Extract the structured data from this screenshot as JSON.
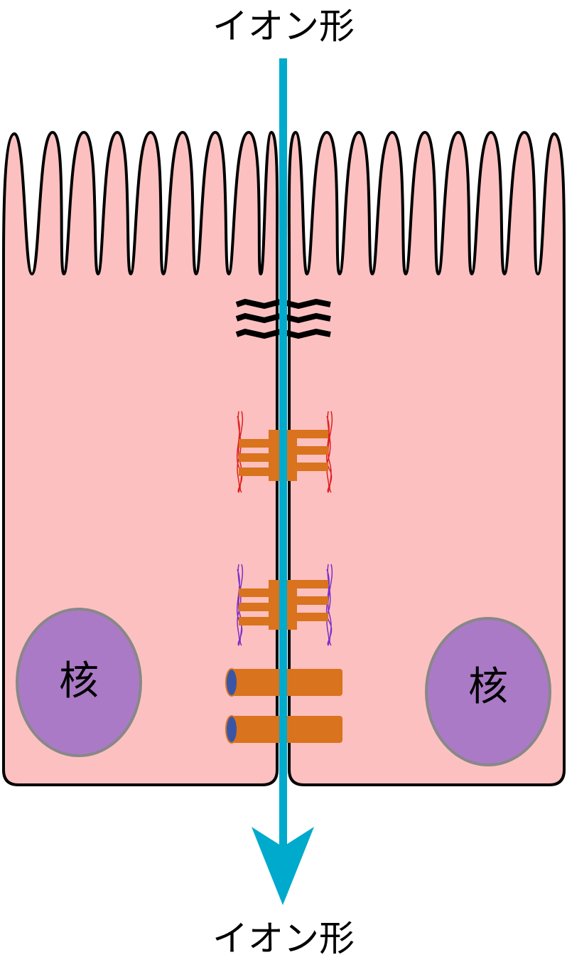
{
  "labels": {
    "top": "イオン形",
    "bottom": "イオン形",
    "nucleus_left": "核",
    "nucleus_right": "核"
  },
  "colors": {
    "cell_fill": "#fdc0c0",
    "outline": "#000000",
    "nucleus_fill": "#ab7ac6",
    "nucleus_stroke": "#888888",
    "junction_orange": "#d9731d",
    "arrow": "#00aacc",
    "desmosome_filament": "#dd2020",
    "hemidesmosome_filament": "#7a30c8",
    "gap_junction_cap": "#3a55a5"
  }
}
